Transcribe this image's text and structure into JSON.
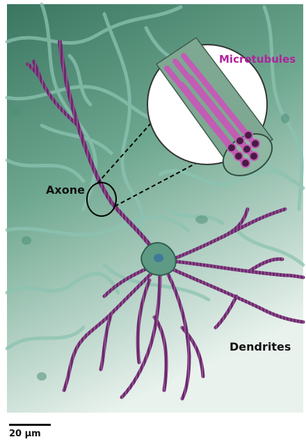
{
  "labels": {
    "axon": "Axone",
    "dendrites": "Dendrites",
    "microtubules": "Microtubules"
  },
  "scale_bar": {
    "text": "20 µm"
  },
  "colors": {
    "background_dark": "#3f7a62",
    "background_light": "#e6f0eb",
    "glia": "#7fb7a6",
    "neuron": "#6b2a6b",
    "soma": "#5f9a85",
    "microtubule": "#c25cb4",
    "microtubule_label": "#b0239c"
  }
}
